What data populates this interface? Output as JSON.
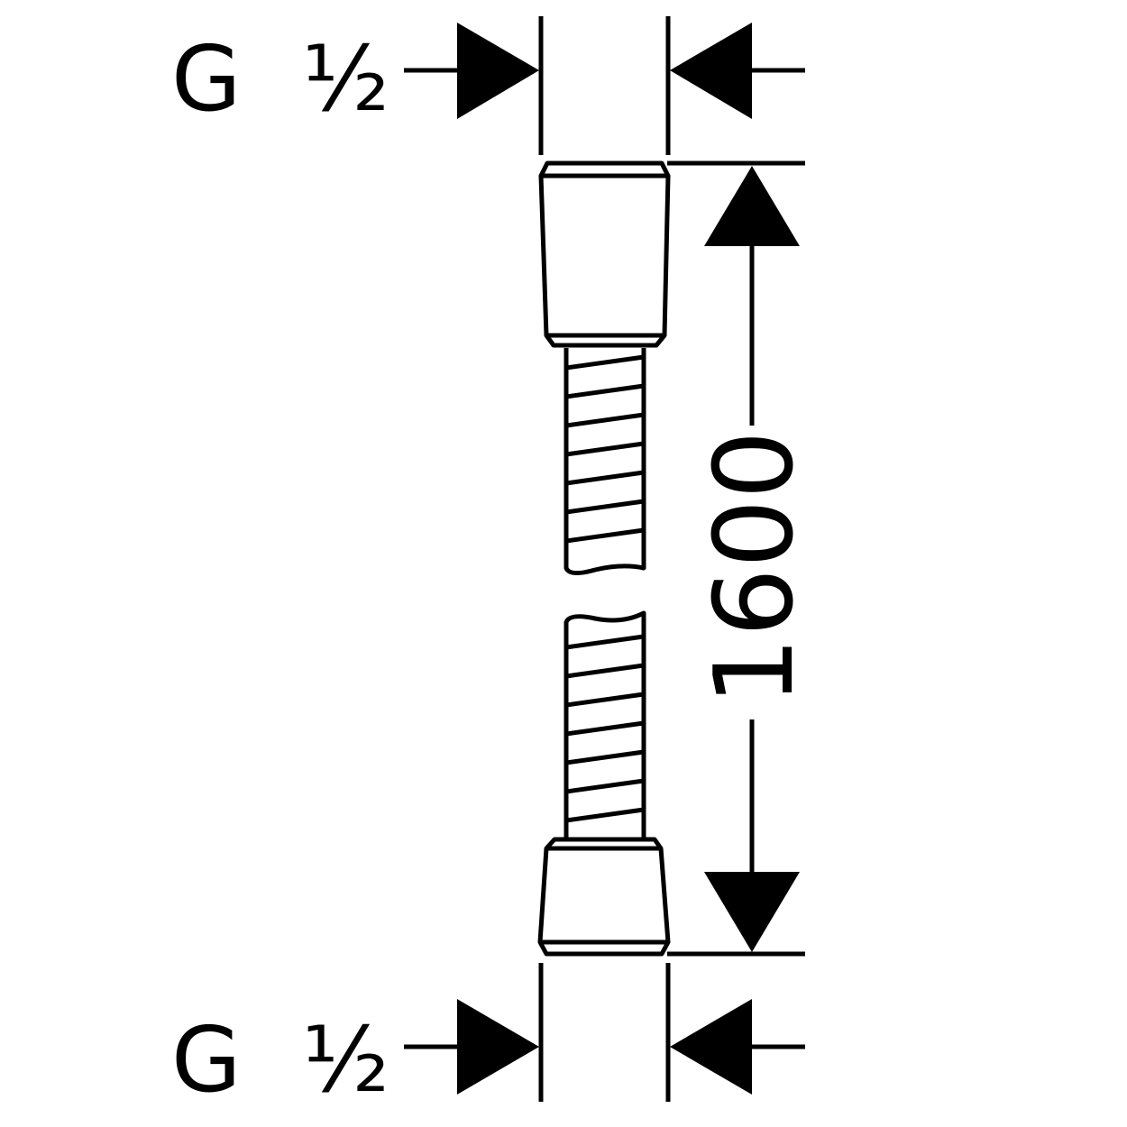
{
  "thread_top": {
    "g": "G",
    "fraction": "½"
  },
  "thread_bottom": {
    "g": "G",
    "fraction": "½"
  },
  "length": "1600",
  "colors": {
    "line": "#000000",
    "background": "#ffffff"
  }
}
